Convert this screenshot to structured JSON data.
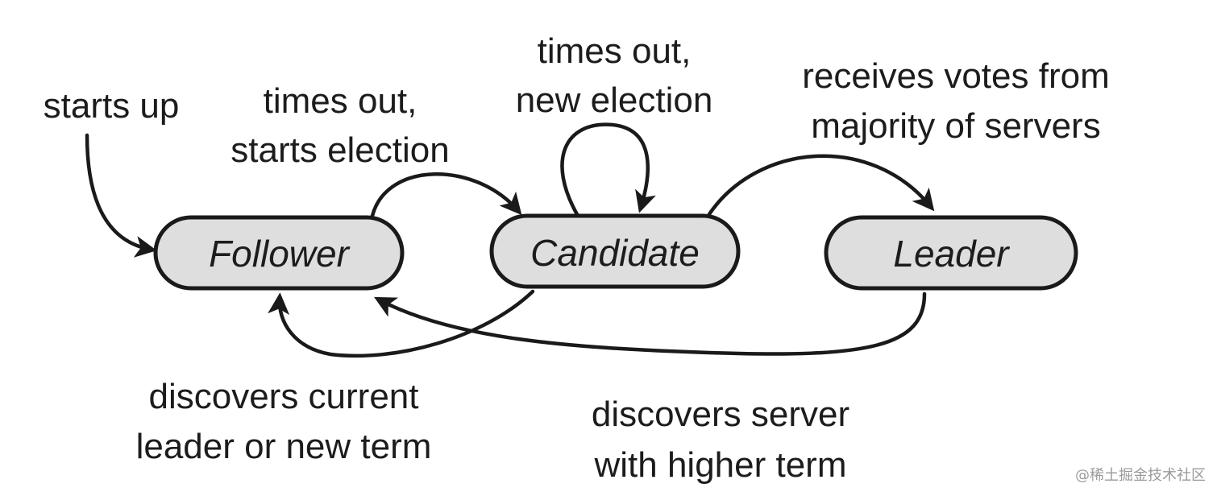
{
  "diagram": {
    "type": "state-machine",
    "states": {
      "follower": "Follower",
      "candidate": "Candidate",
      "leader": "Leader"
    },
    "transitions": {
      "starts_up": [
        "starts up"
      ],
      "follower_times_out": [
        "times out,",
        "starts election"
      ],
      "candidate_times_out": [
        "times out,",
        "new election"
      ],
      "receives_votes": [
        "receives votes from",
        "majority of servers"
      ],
      "discovers_current_leader": [
        "discovers current",
        "leader or new term"
      ],
      "discovers_higher_term": [
        "discovers server",
        "with higher term"
      ]
    }
  },
  "watermark": "@稀土掘金技术社区",
  "colors": {
    "state_fill": "#dedede",
    "stroke": "#1a1a1a",
    "text": "#1c1c1c",
    "watermark": "#9a9a9a"
  }
}
